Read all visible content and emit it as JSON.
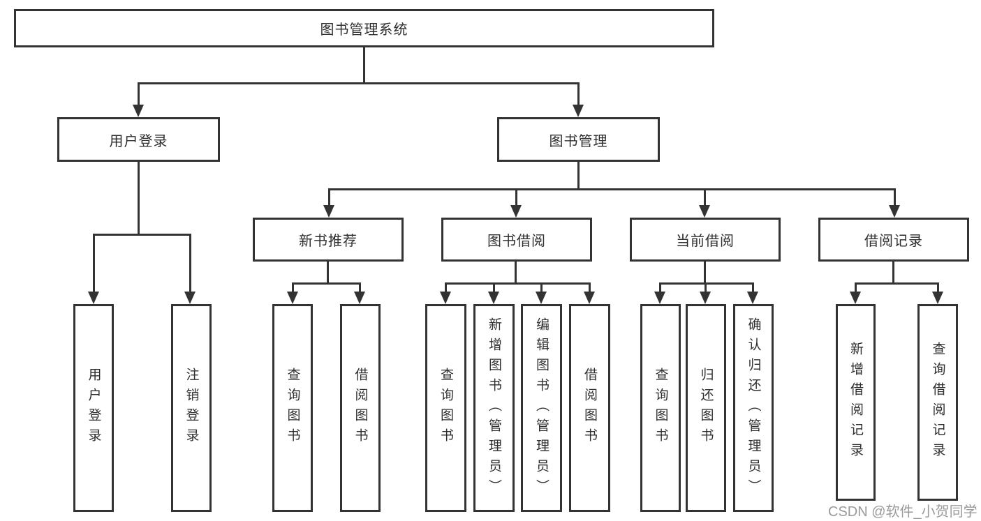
{
  "diagram": {
    "root": {
      "label": "图书管理系统"
    },
    "level2": [
      {
        "label": "用户登录"
      },
      {
        "label": "图书管理"
      }
    ],
    "level3": [
      {
        "label": "新书推荐"
      },
      {
        "label": "图书借阅"
      },
      {
        "label": "当前借阅"
      },
      {
        "label": "借阅记录"
      }
    ],
    "leaves": [
      {
        "label": "用户登录",
        "parent": "用户登录"
      },
      {
        "label": "注销登录",
        "parent": "用户登录"
      },
      {
        "label": "查询图书",
        "parent": "新书推荐"
      },
      {
        "label": "借阅图书",
        "parent": "新书推荐"
      },
      {
        "label": "查询图书",
        "parent": "图书借阅"
      },
      {
        "label": "新增图书（管理员）",
        "parent": "图书借阅"
      },
      {
        "label": "编辑图书（管理员）",
        "parent": "图书借阅"
      },
      {
        "label": "借阅图书",
        "parent": "图书借阅"
      },
      {
        "label": "查询图书",
        "parent": "当前借阅"
      },
      {
        "label": "归还图书",
        "parent": "当前借阅"
      },
      {
        "label": "确认归还（管理员）",
        "parent": "当前借阅"
      },
      {
        "label": "新增借阅记录",
        "parent": "借阅记录"
      },
      {
        "label": "查询借阅记录",
        "parent": "借阅记录"
      }
    ],
    "watermark": "CSDN @软件_小贺同学",
    "colors": {
      "line": "#333333",
      "text": "#2e2e2e",
      "watermark": "#9a9a9a",
      "background": "#ffffff"
    }
  }
}
